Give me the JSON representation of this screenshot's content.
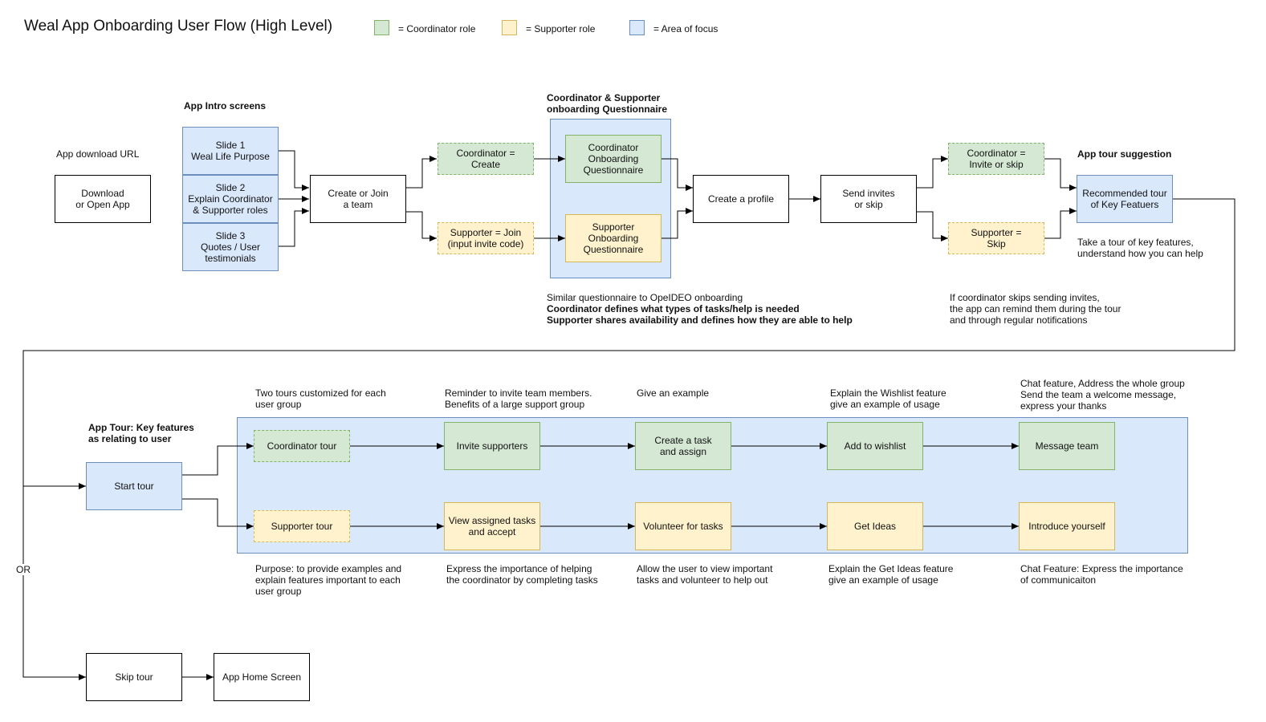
{
  "title": "Weal App Onboarding User Flow (High Level)",
  "legend": {
    "coordinator": "= Coordinator role",
    "supporter": "= Supporter role",
    "focus": "= Area of focus",
    "colors": {
      "coordinator": "#d5e8d4",
      "supporter": "#fff2cc",
      "focus": "#dae8fc"
    }
  },
  "labels": {
    "download_url": "App download URL",
    "intro_screens": "App Intro screens",
    "questionnaire": "Coordinator & Supporter\nonboarding Questionnaire",
    "app_tour_suggestion": "App tour suggestion",
    "app_tour_key": "App Tour: Key features\nas relating to user",
    "or": "OR"
  },
  "nodes": {
    "download": "Download\nor Open App",
    "slide1": "Slide 1\nWeal Life Purpose",
    "slide2": "Slide 2\nExplain Coordinator\n& Supporter roles",
    "slide3": "Slide 3\nQuotes / User\ntestimonials",
    "create_join": "Create or Join\na team",
    "coord_create": "Coordinator =\nCreate",
    "supp_join": "Supporter = Join\n(input invite code)",
    "coord_q": "Coordinator\nOnboarding\nQuestionnaire",
    "supp_q": "Supporter\nOnboarding\nQuestionnaire",
    "profile": "Create a profile",
    "invites": "Send invites\nor skip",
    "coord_invite": "Coordinator =\nInvite or skip",
    "supp_skip": "Supporter =\nSkip",
    "rec_tour": "Recommended tour\nof Key Featuers",
    "start_tour": "Start tour",
    "coord_tour": "Coordinator tour",
    "invite_supp": "Invite supporters",
    "create_task": "Create a task\nand assign",
    "wishlist": "Add to wishlist",
    "message": "Message team",
    "supp_tour": "Supporter tour",
    "view_tasks": "View assigned tasks\nand accept",
    "volunteer": "Volunteer for tasks",
    "get_ideas": "Get Ideas",
    "introduce": "Introduce yourself",
    "skip_tour": "Skip tour",
    "home": "App Home Screen"
  },
  "notes": {
    "questionnaire_1": "Similar questionnaire to OpeIDEO onboarding",
    "questionnaire_2": "Coordinator defines what types of tasks/help is needed",
    "questionnaire_3": "Supporter shares availability and defines how they are able to help",
    "invites": "If coordinator skips sending invites,\nthe app can remind them during the tour\nand through regular notifications",
    "tour_key": "Take a tour of key features,\nunderstand how you can help",
    "two_tours": "Two tours customized for each\nuser group",
    "reminder": "Reminder to invite team members.\nBenefits of a large support group",
    "example": "Give an example",
    "wishlist": "Explain the Wishlist feature\ngive an example of usage",
    "chat": "Chat feature, Address the whole group\nSend the team a welcome message,\nexpress your thanks",
    "purpose": "Purpose: to provide examples and\nexplain features important to each\nuser group",
    "importance": "Express the importance of helping\nthe coordinator by completing tasks",
    "allow": "Allow the user to view important\ntasks and volunteer to help out",
    "get_ideas": "Explain the Get Ideas feature\ngive an example of usage",
    "chat2": "Chat Feature: Express the importance\nof communicaiton"
  }
}
